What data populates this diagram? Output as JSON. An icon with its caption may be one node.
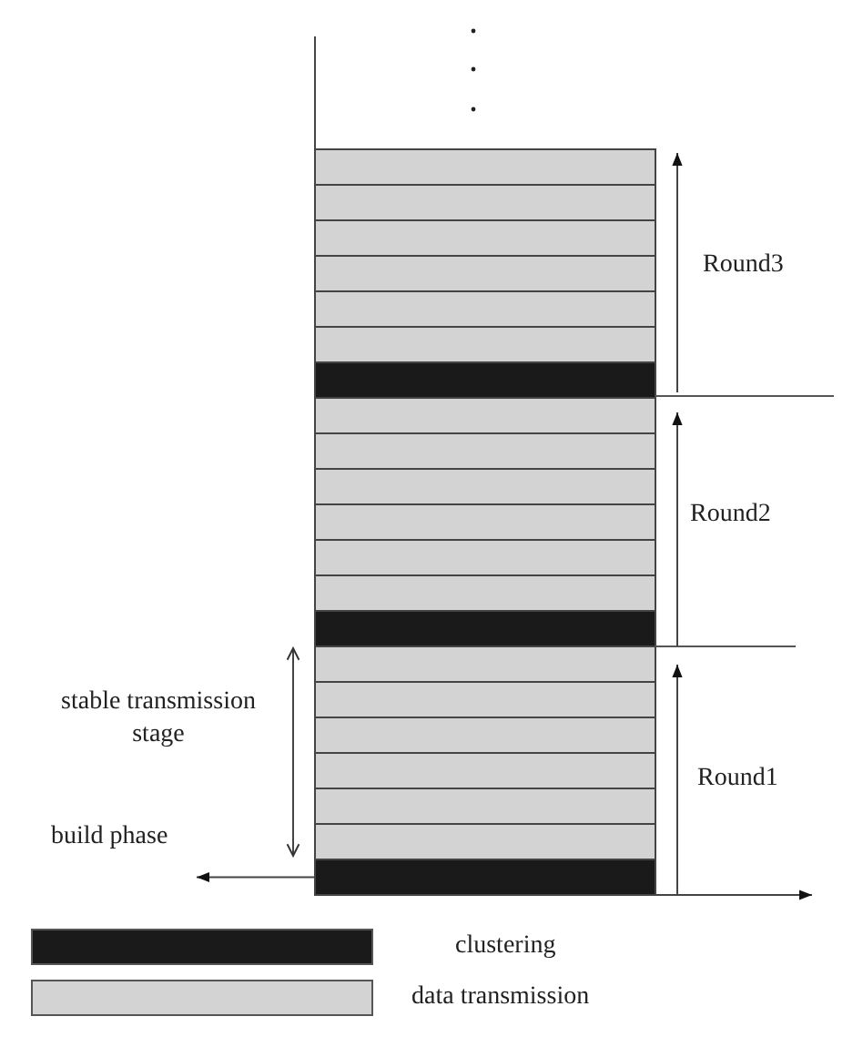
{
  "diagram": {
    "labels": [
      "Round3",
      "Round2",
      "stable transmission stage",
      "Round1",
      "build phase"
    ],
    "legend": [
      {
        "text": "clustering",
        "color": "#1a1a1a"
      },
      {
        "text": "data transmission",
        "color": "#d3d3d3"
      }
    ]
  }
}
